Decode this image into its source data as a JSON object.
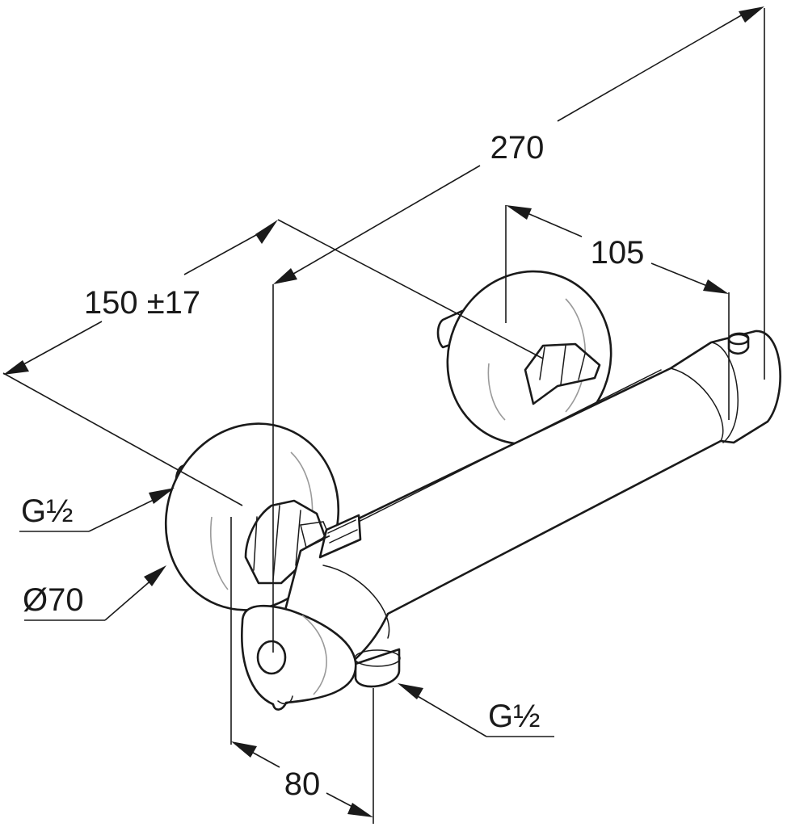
{
  "dimensions": {
    "overall_length": "270",
    "outlet_spacing": "105",
    "connection_spacing": "150 ±17",
    "thread_top": "G½",
    "thread_bottom": "G½",
    "rosette_diameter": "Ø70",
    "depth": "80"
  },
  "colors": {
    "line": "#1a1a1a",
    "shade": "#9a9a9a",
    "background": "#ffffff"
  }
}
